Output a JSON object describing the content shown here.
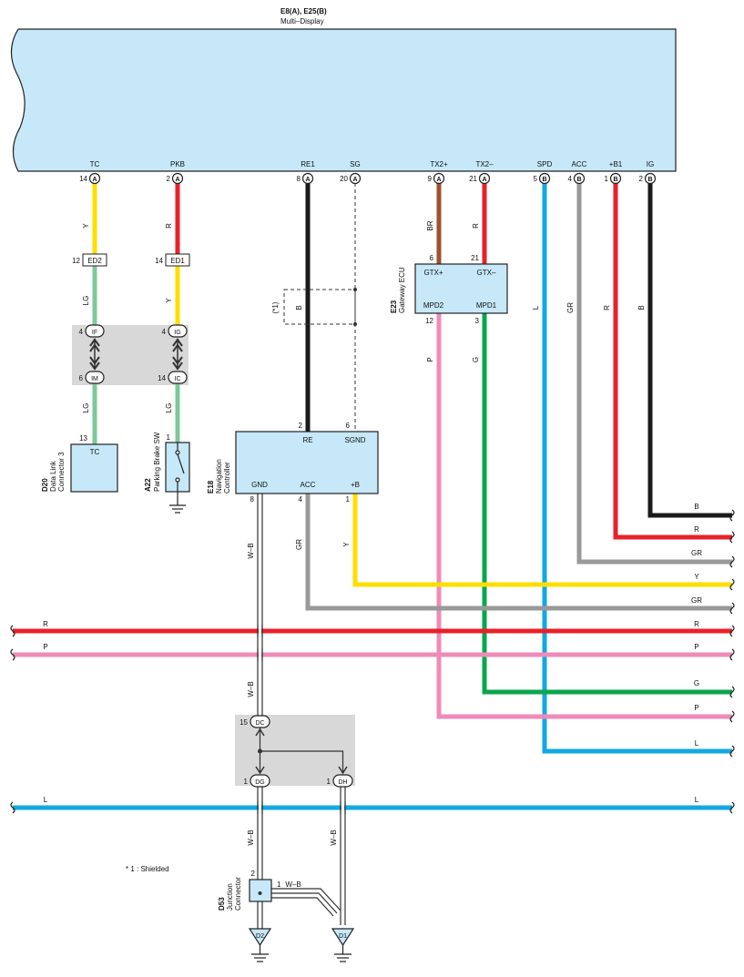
{
  "header": {
    "code": "E8(A), E25(B)",
    "name": "Multi–Display"
  },
  "colors": {
    "R": "#e8212b",
    "P": "#ef8bb8",
    "L": "#12a8e2",
    "G": "#0aa64e",
    "Y": "#ffde00",
    "GR": "#999999",
    "B": "#1a1a1a",
    "BR": "#a0522d",
    "LG": "#7fc89a",
    "WB": "#333333",
    "display": "#c6e8f8",
    "gray": "#d8d8d8"
  },
  "display_pins": [
    {
      "name": "TC",
      "num": "14",
      "conn": "A"
    },
    {
      "name": "PKB",
      "num": "2",
      "conn": "A"
    },
    {
      "name": "RE1",
      "num": "8",
      "conn": "A"
    },
    {
      "name": "SG",
      "num": "20",
      "conn": "A"
    },
    {
      "name": "TX2+",
      "num": "9",
      "conn": "A"
    },
    {
      "name": "TX2–",
      "num": "21",
      "conn": "A"
    },
    {
      "name": "SPD",
      "num": "5",
      "conn": "B"
    },
    {
      "name": "ACC",
      "num": "4",
      "conn": "B"
    },
    {
      "name": "+B1",
      "num": "1",
      "conn": "B"
    },
    {
      "name": "IG",
      "num": "2",
      "conn": "B"
    }
  ],
  "wire_labels": {
    "tc_top": "Y",
    "pkb_top": "R",
    "tc_mid": "LG",
    "pkb_mid": "Y",
    "tc_low": "LG",
    "pkb_low": "LG",
    "shield_b": "B",
    "br": "BR",
    "r_tx": "R",
    "l_spd": "L",
    "gr_acc": "GR",
    "r_b1": "R",
    "b_ig": "B",
    "gnd": "W–B",
    "gr_nav": "GR",
    "y_nav": "Y",
    "p_gw": "P",
    "g_gw": "G",
    "gnd2": "W–B",
    "gnd3": "W–B",
    "gnd4": "W–B",
    "jw": "W–B"
  },
  "right_labels": [
    "B",
    "R",
    "GR",
    "Y",
    "GR",
    "R",
    "P",
    "G",
    "P",
    "L",
    "L"
  ],
  "left_labels": [
    "R",
    "P",
    "L"
  ],
  "connectors": {
    "ed2": {
      "num": "12",
      "name": "ED2"
    },
    "ed1": {
      "num": "14",
      "name": "ED1"
    },
    "if": {
      "num": "4",
      "name": "IF"
    },
    "ig": {
      "num": "4",
      "name": "IG"
    },
    "im": {
      "num": "6",
      "name": "IM"
    },
    "ic": {
      "num": "14",
      "name": "IC"
    },
    "dc": {
      "num": "15",
      "name": "DC"
    },
    "dg": {
      "num": "1",
      "name": "DG"
    },
    "dh": {
      "num": "1",
      "name": "DH"
    }
  },
  "d20": {
    "code": "D20",
    "line1": "Data Link",
    "line2": "Connector 3",
    "pin": "13",
    "label": "TC"
  },
  "a22": {
    "code": "A22",
    "name": "Parking Brake SW",
    "pin": "1"
  },
  "e18": {
    "code": "E18",
    "line1": "Navigation",
    "line2": "Controller",
    "re": "RE",
    "re_pin": "2",
    "sgnd": "SGND",
    "sgnd_pin": "6",
    "gnd": "GND",
    "gnd_pin": "8",
    "acc": "ACC",
    "acc_pin": "4",
    "b": "+B",
    "b_pin": "1"
  },
  "e23": {
    "code": "E23",
    "name": "Gateway ECU",
    "gtxp": "GTX+",
    "gtxp_pin": "6",
    "gtxm": "GTX–",
    "gtxm_pin": "21",
    "mpd2": "MPD2",
    "mpd2_pin": "12",
    "mpd1": "MPD1",
    "mpd1_pin": "3"
  },
  "d53": {
    "code": "D53",
    "line1": "Junction",
    "line2": "Connector",
    "pin2": "2",
    "pin1": "1"
  },
  "grounds": {
    "d2": "D2",
    "d1": "D1"
  },
  "shield": {
    "ref": "(*1)"
  },
  "footnote": "* 1 : Shielded"
}
